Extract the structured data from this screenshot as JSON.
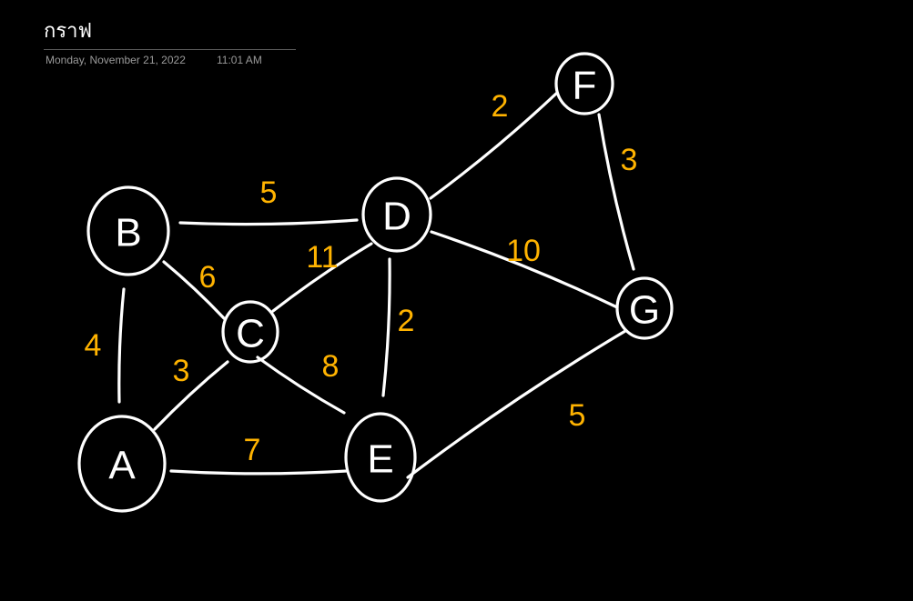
{
  "page": {
    "title": "กราฟ",
    "date": "Monday, November 21, 2022",
    "time": "11:01 AM"
  },
  "colors": {
    "background": "#000000",
    "ink": "#ffffff",
    "weight": "#ffb300"
  },
  "graph": {
    "nodes": [
      {
        "id": "A",
        "label": "A"
      },
      {
        "id": "B",
        "label": "B"
      },
      {
        "id": "C",
        "label": "C"
      },
      {
        "id": "D",
        "label": "D"
      },
      {
        "id": "E",
        "label": "E"
      },
      {
        "id": "F",
        "label": "F"
      },
      {
        "id": "G",
        "label": "G"
      }
    ],
    "edges": [
      {
        "from": "B",
        "to": "D",
        "weight": "5"
      },
      {
        "from": "B",
        "to": "C",
        "weight": "6"
      },
      {
        "from": "B",
        "to": "A",
        "weight": "4"
      },
      {
        "from": "A",
        "to": "C",
        "weight": "3"
      },
      {
        "from": "A",
        "to": "E",
        "weight": "7"
      },
      {
        "from": "C",
        "to": "D",
        "weight": "11"
      },
      {
        "from": "C",
        "to": "E",
        "weight": "8"
      },
      {
        "from": "D",
        "to": "E",
        "weight": "2"
      },
      {
        "from": "D",
        "to": "F",
        "weight": "2"
      },
      {
        "from": "D",
        "to": "G",
        "weight": "10"
      },
      {
        "from": "F",
        "to": "G",
        "weight": "3"
      },
      {
        "from": "E",
        "to": "G",
        "weight": "5"
      }
    ]
  }
}
